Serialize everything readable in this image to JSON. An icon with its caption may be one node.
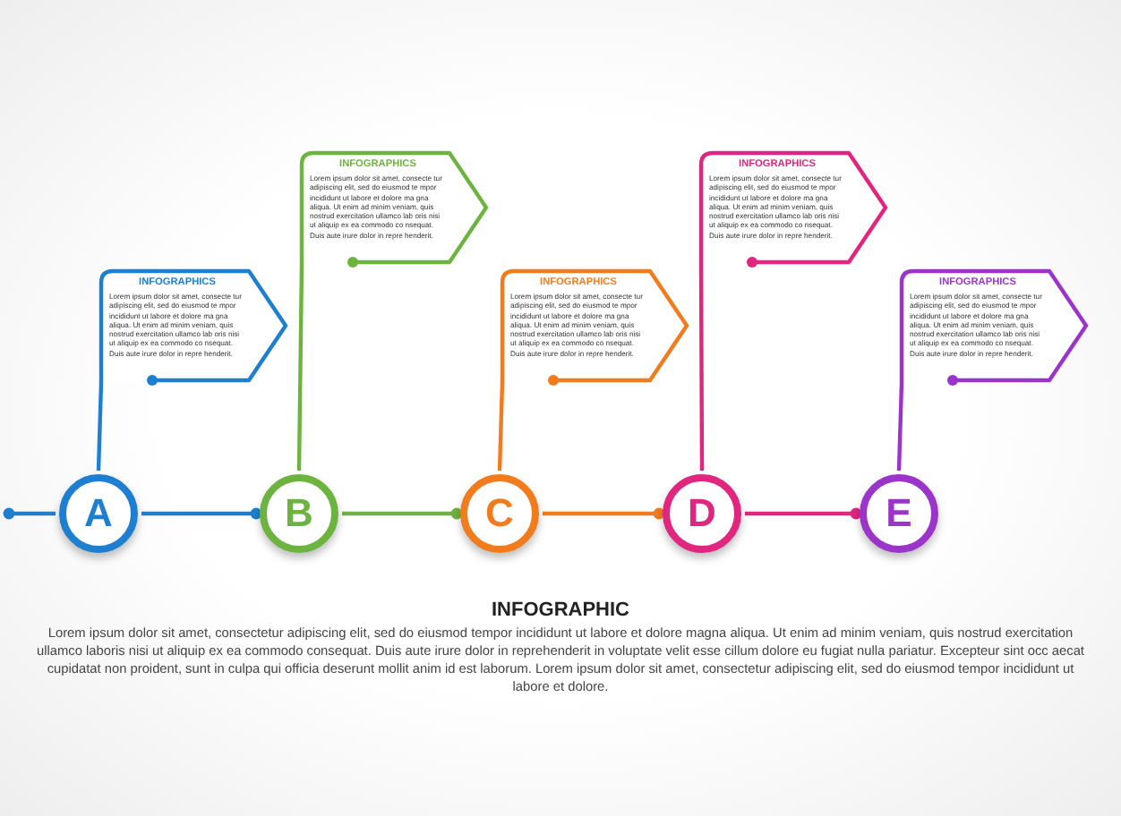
{
  "diagram": {
    "nodes": [
      {
        "text": [
          "INFOGRAPHICS",
          "Lorem ipsum dolor sit amet, consecte tur adipiscing elit, sed do eiusmod te mpor incididunt ut labore et dolore ma gna aliqua. Ut enim ad minim veniam, quis nostrud exercitation ullamco lab oris nisi ut aliquip ex ea commodo co nsequat. Duis aute irure dolor in repre henderit."
        ]
      },
      {
        "text": [
          "INFOGRAPHICS",
          "Lorem ipsum dolor sit amet, consecte tur adipiscing elit, sed do eiusmod te mpor incididunt ut labore et dolore ma gna aliqua. Ut enim ad minim veniam, quis nostrud exercitation ullamco lab oris nisi ut aliquip ex ea commodo co nsequat. Duis aute irure dolor in repre henderit."
        ]
      },
      {
        "text": [
          "INFOGRAPHICS",
          "Lorem ipsum dolor sit amet, consecte tur adipiscing elit, sed do eiusmod te mpor incididunt ut labore et dolore ma gna aliqua. Ut enim ad minim veniam, quis nostrud exercitation ullamco lab oris nisi ut aliquip ex ea commodo co nsequat. Duis aute irure dolor in repre henderit."
        ]
      },
      {
        "text": [
          "INFOGRAPHICS",
          "Lorem ipsum dolor sit amet, consecte tur adipiscing elit, sed do eiusmod te mpor incididunt ut labore et dolore ma gna aliqua. Ut enim ad minim veniam, quis nostrud exercitation ullamco lab oris nisi ut aliquip ex ea commodo co nsequat. Duis aute irure dolor in repre henderit."
        ]
      },
      {
        "text": [
          "INFOGRAPHICS",
          "Lorem ipsum dolor sit amet, consecte tur adipiscing elit, sed do eiusmod te mpor incididunt ut labore et dolore ma gna aliqua. Ut enim ad minim veniam, quis nostrud exercitation ullamco lab oris nisi ut aliquip ex ea commodo co nsequat. Duis aute irure dolor in repre henderit."
        ]
      },
      {
        "text": [
          "A"
        ]
      },
      {
        "text": [
          "B"
        ]
      },
      {
        "text": [
          "C"
        ]
      },
      {
        "text": [
          "D"
        ]
      },
      {
        "text": [
          "E"
        ]
      }
    ],
    "edges": [
      {
        "from": 0,
        "to": 5,
        "arrow": "none",
        "color": "#1e7fd0"
      },
      {
        "from": 1,
        "to": 6,
        "arrow": "none",
        "color": "#6db33f"
      },
      {
        "from": 2,
        "to": 7,
        "arrow": "none",
        "color": "#f07c1e"
      },
      {
        "from": 3,
        "to": 8,
        "arrow": "none",
        "color": "#e0267f"
      },
      {
        "from": 4,
        "to": 9,
        "arrow": "none",
        "color": "#9b35c9"
      },
      {
        "from": null,
        "to": 5,
        "arrow": "other",
        "color": "#1e7fd0"
      },
      {
        "from": 5,
        "to": 6,
        "arrow": "other",
        "color": "#1e7fd0"
      },
      {
        "from": 6,
        "to": 7,
        "arrow": "other",
        "color": "#6db33f"
      },
      {
        "from": 7,
        "to": 8,
        "arrow": "other",
        "color": "#f07c1e"
      },
      {
        "from": 8,
        "to": 9,
        "arrow": "other",
        "color": "#e0267f"
      }
    ],
    "labels": [
      "INFOGRAPHIC",
      "Lorem ipsum dolor sit amet, consectetur adipiscing elit, sed do eiusmod tempor incididunt ut labore et dolore magna aliqua. Ut enim ad minim veniam, quis nostrud exercitation ullamco laboris nisi ut aliquip ex ea commodo consequat. Duis aute irure dolor in reprehenderit in voluptate velit esse cillum dolore eu fugiat nulla pariatur. Excepteur sint occ aecat cupidatat non proident, sunt in culpa qui officia deserunt mollit anim id est laborum. Lorem ipsum dolor sit amet, consectetur adipiscing elit, sed do eiusmod tempor incididunt ut labore et dolore."
    ]
  }
}
